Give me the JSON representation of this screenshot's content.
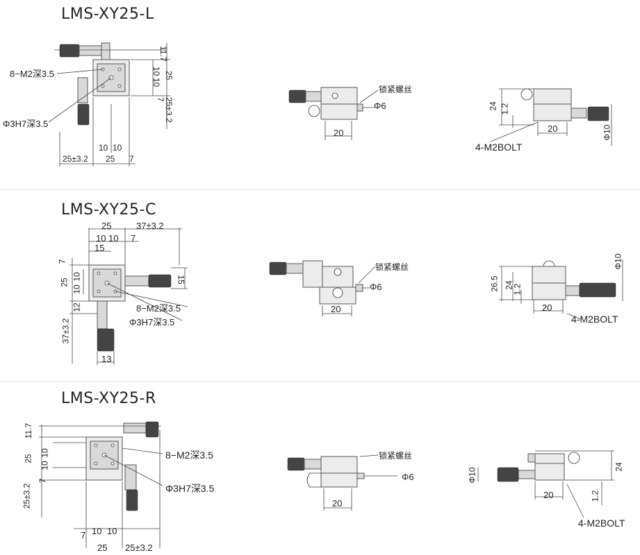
{
  "sections": [
    {
      "title": "LMS-XY25-L",
      "top_view": {
        "tap_label": "8−M2深3.5",
        "hole_label": "Φ3H7深3.5",
        "dims_right": [
          "11.7",
          "10",
          "10",
          "25",
          "7",
          "25±3.2"
        ],
        "dims_bottom": [
          "10",
          "10",
          "25±3.2",
          "25",
          "7"
        ]
      },
      "front_view": {
        "lock_label": "锁紧螺丝",
        "shaft_label": "Φ6",
        "width_label": "20"
      },
      "side_view": {
        "height_label": "24",
        "gap_label": "1.2",
        "width_label": "20",
        "knob_label": "Φ10",
        "bolt_label": "4-M2BOLT"
      }
    },
    {
      "title": "LMS-XY25-C",
      "top_view": {
        "tap_label": "8−M2深3.5",
        "hole_label": "Φ3H7深3.5",
        "dims_top": [
          "25",
          "37±3.2",
          "10",
          "10",
          "7",
          "15"
        ],
        "dims_left": [
          "7",
          "25",
          "10",
          "10",
          "12",
          "37±3.2"
        ],
        "dims_right": [
          "15"
        ],
        "dims_bottom": [
          "13"
        ]
      },
      "front_view": {
        "lock_label": "锁紧螺丝",
        "shaft_label": "Φ6",
        "width_label": "20"
      },
      "side_view": {
        "height_outer_label": "26.5",
        "height_label": "24",
        "gap_label": "1.2",
        "width_label": "20",
        "knob_label": "Φ10",
        "bolt_label": "4-M2BOLT"
      }
    },
    {
      "title": "LMS-XY25-R",
      "top_view": {
        "tap_label": "8−M2深3.5",
        "hole_label": "Φ3H7深3.5",
        "dims_left": [
          "11.7",
          "25",
          "10",
          "10",
          "7",
          "25±3.2"
        ],
        "dims_bottom": [
          "7",
          "10",
          "10",
          "25",
          "25±3.2"
        ]
      },
      "front_view": {
        "lock_label": "锁紧螺丝",
        "shaft_label": "Φ6",
        "width_label": "20"
      },
      "side_view": {
        "knob_label": "Φ10",
        "height_label": "24",
        "width_label": "20",
        "gap_label": "1.2",
        "bolt_label": "4-M2BOLT"
      }
    }
  ]
}
